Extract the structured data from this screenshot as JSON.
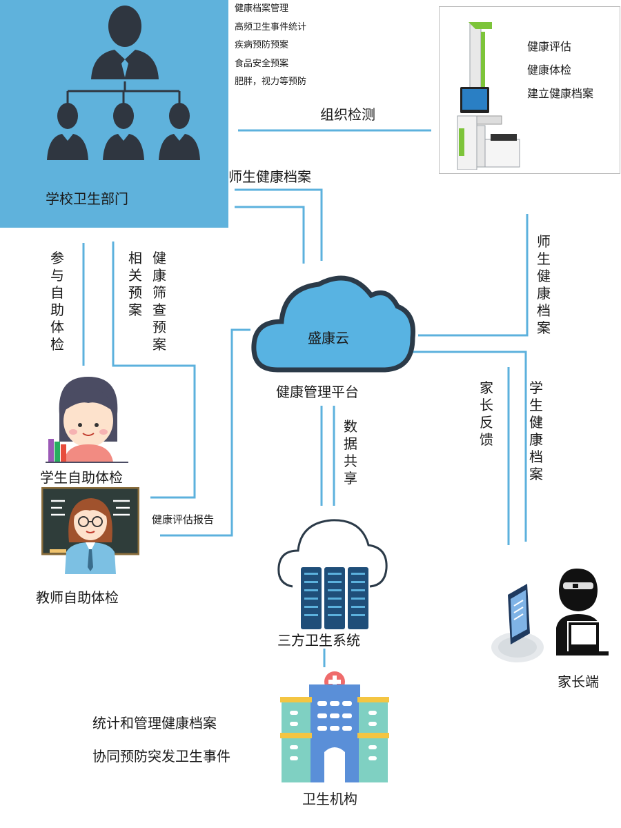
{
  "school": {
    "title": "学校卫生部门",
    "functions": [
      "健康档案管理",
      "高频卫生事件统计",
      "疾病预防预案",
      "食品安全预案",
      "肥胖，视力等预防"
    ]
  },
  "machine": {
    "features": [
      "健康评估",
      "健康体检",
      "建立健康档案"
    ]
  },
  "cloud": {
    "name": "盛康云",
    "platform": "健康管理平台"
  },
  "labels": {
    "organize_check": "组织检测",
    "teacher_student_records_h": "师生健康档案",
    "teacher_student_records_v": [
      "师",
      "生",
      "健",
      "康",
      "档",
      "案"
    ],
    "join_self_check": [
      "参",
      "与",
      "自",
      "助",
      "体",
      "检"
    ],
    "related_plans": [
      "相",
      "关",
      "预",
      "案"
    ],
    "screening_plans": [
      "健",
      "康",
      "筛",
      "查",
      "预",
      "案"
    ],
    "assessment_report": "健康评估报告",
    "data_share": [
      "数",
      "据",
      "共",
      "享"
    ],
    "parent_feedback": [
      "家",
      "长",
      "反",
      "馈"
    ],
    "student_records": [
      "学",
      "生",
      "健",
      "康",
      "档",
      "案"
    ]
  },
  "student": {
    "label": "学生自助体检"
  },
  "teacher": {
    "label": "教师自助体检"
  },
  "third_party": {
    "label": "三方卫生系统"
  },
  "parent": {
    "label": "家长端"
  },
  "hospital": {
    "label": "卫生机构",
    "duties": [
      "统计和管理健康档案",
      "协同预防突发卫生事件"
    ]
  },
  "colors": {
    "line": "#5cb1dd",
    "school_bg": "#5fb2dc",
    "cloud": "#58b3e2",
    "dark": "#2f3640"
  }
}
